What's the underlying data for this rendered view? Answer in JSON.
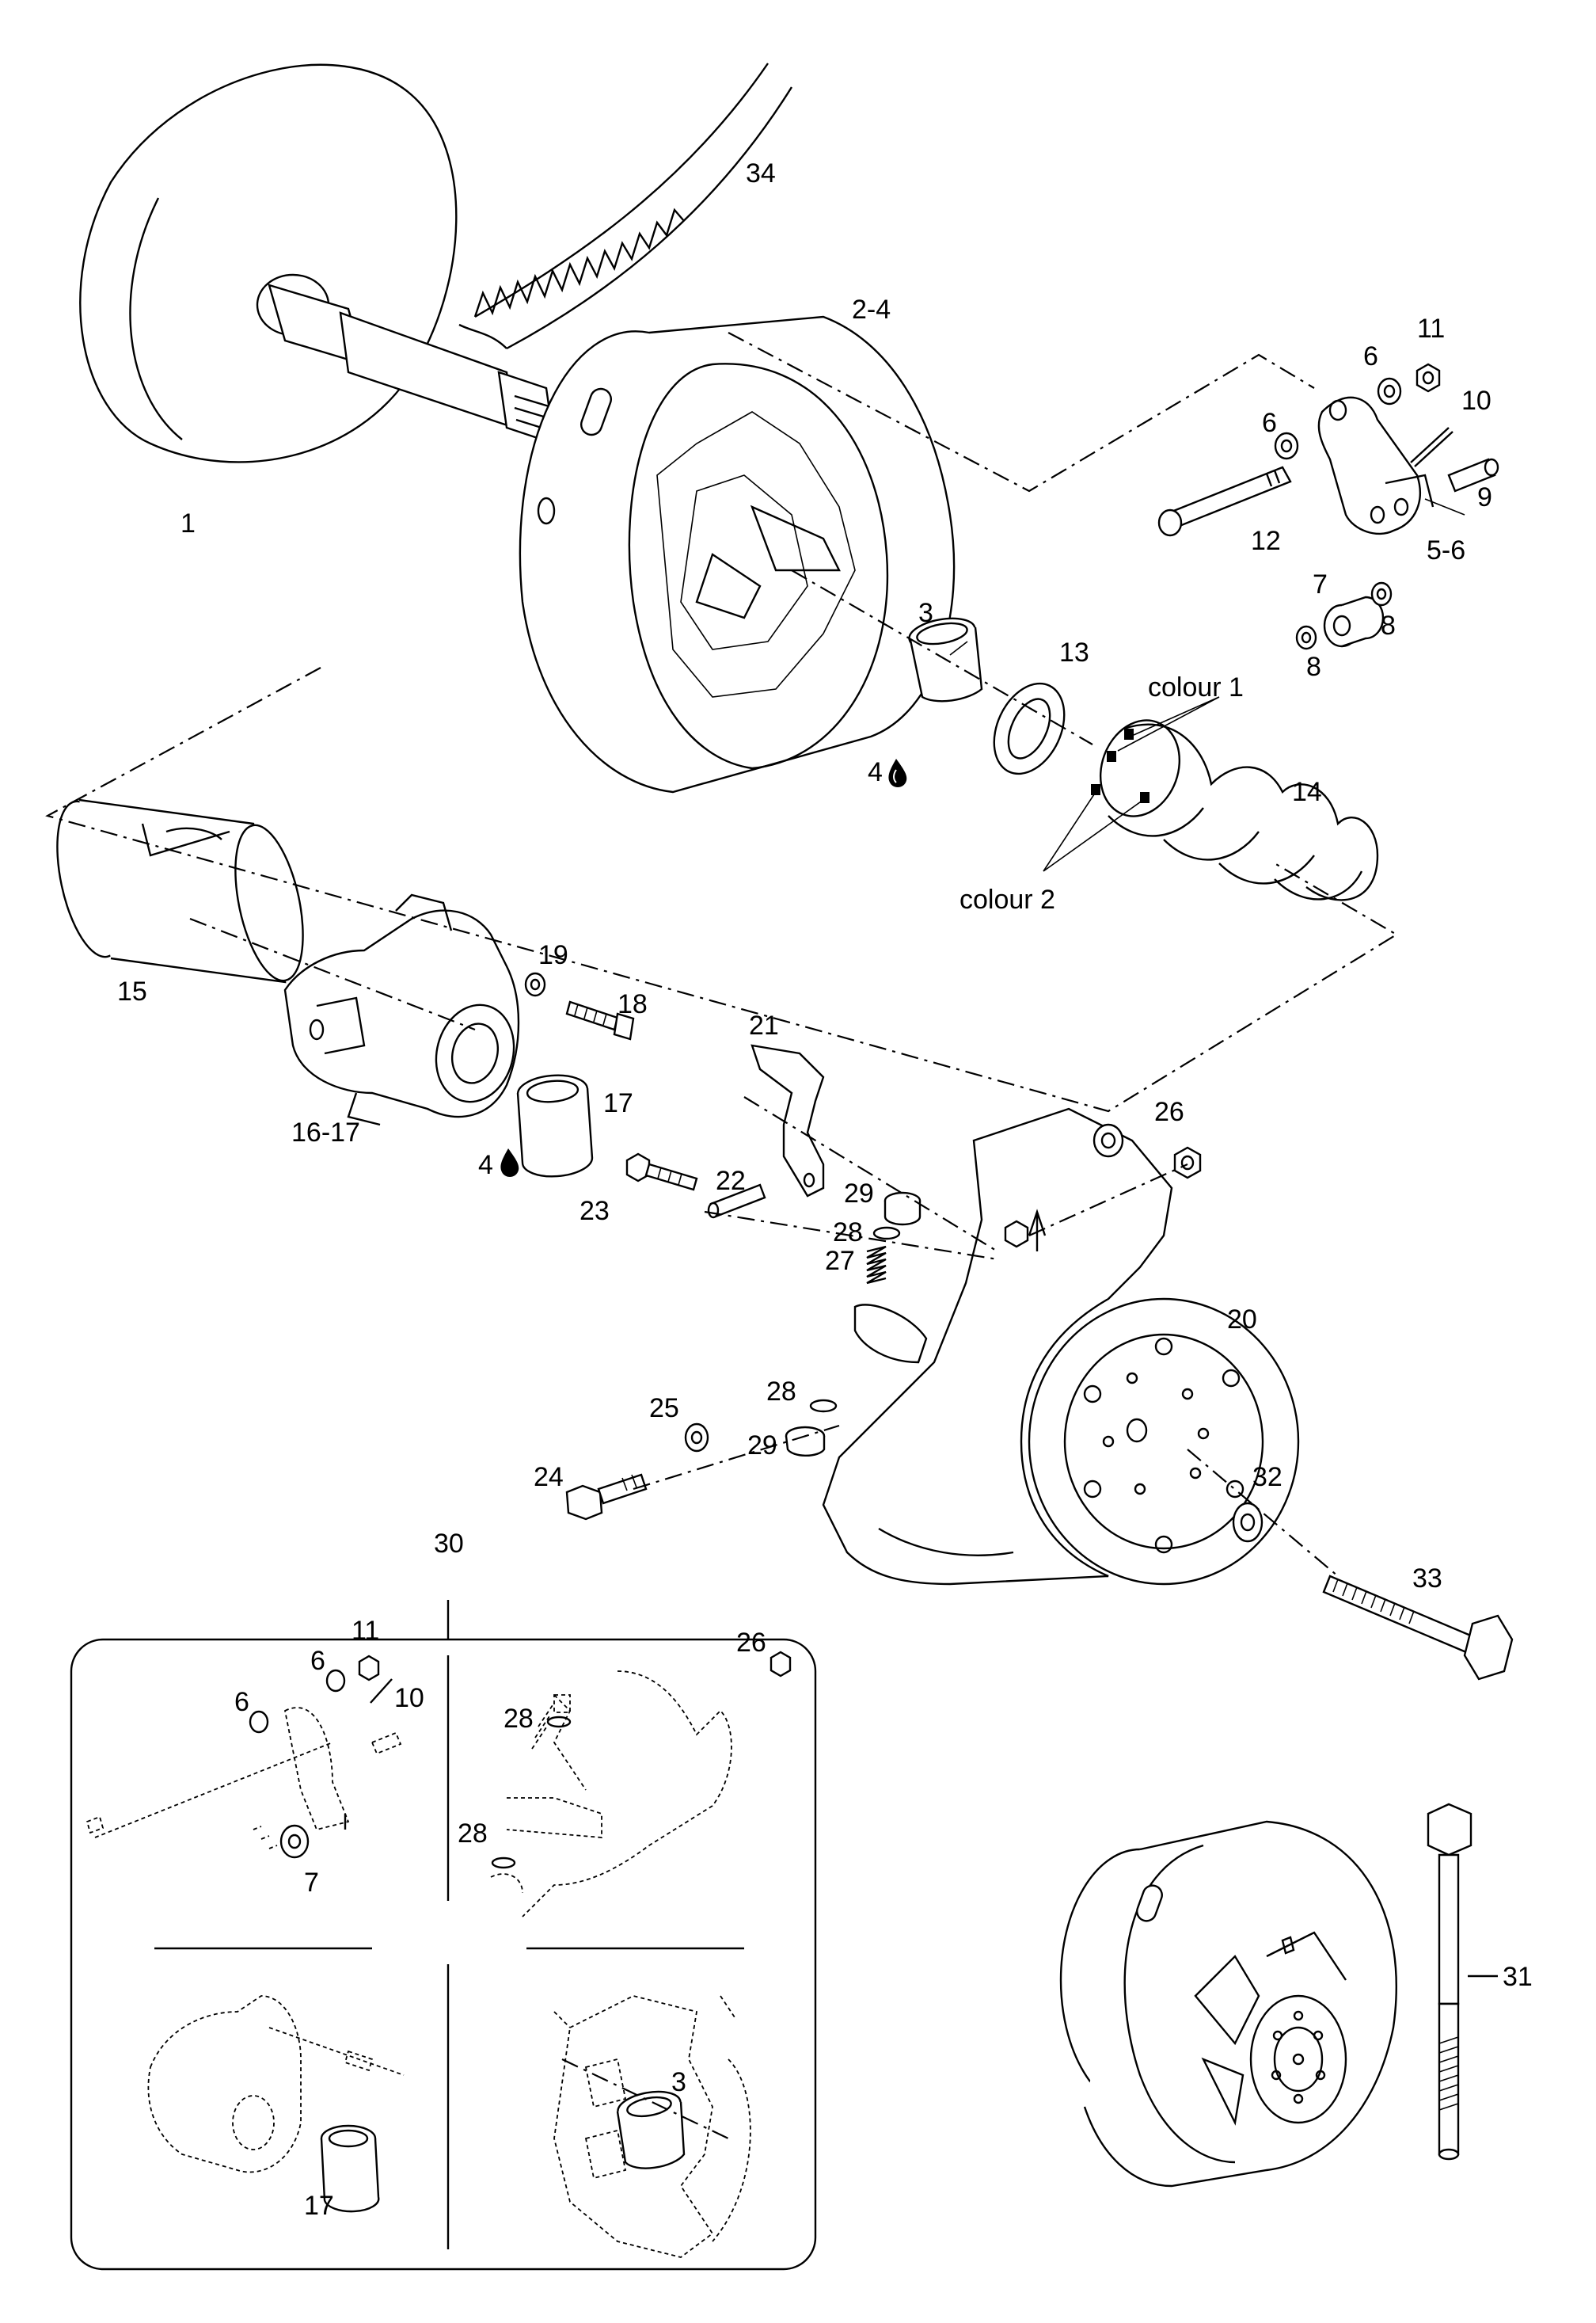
{
  "callouts": {
    "c1": "1",
    "c34": "34",
    "c2_4": "2-4",
    "c3": "3",
    "c4a": "4",
    "c13": "13",
    "c14": "14",
    "colour1": "colour 1",
    "colour2": "colour 2",
    "c6a": "6",
    "c6b": "6",
    "c11": "11",
    "c10": "10",
    "c9": "9",
    "c12": "12",
    "c5_6": "5-6",
    "c7": "7",
    "c8a": "8",
    "c8b": "8",
    "c15": "15",
    "c19": "19",
    "c18": "18",
    "c16_17": "16-17",
    "c17": "17",
    "c4b": "4",
    "c21": "21",
    "c26": "26",
    "c22": "22",
    "c23": "23",
    "c29a": "29",
    "c28a": "28",
    "c27": "27",
    "c20": "20",
    "c25": "25",
    "c28b": "28",
    "c29b": "29",
    "c24": "24",
    "c32": "32",
    "c33": "33",
    "c30": "30",
    "c31": "31"
  },
  "inset_callouts": {
    "i11": "11",
    "i6a": "6",
    "i10": "10",
    "i6b": "6",
    "i7": "7",
    "i26": "26",
    "i28a": "28",
    "i28b": "28",
    "i3": "3",
    "i17": "17"
  },
  "icons": [
    "grease-drop-icon"
  ]
}
